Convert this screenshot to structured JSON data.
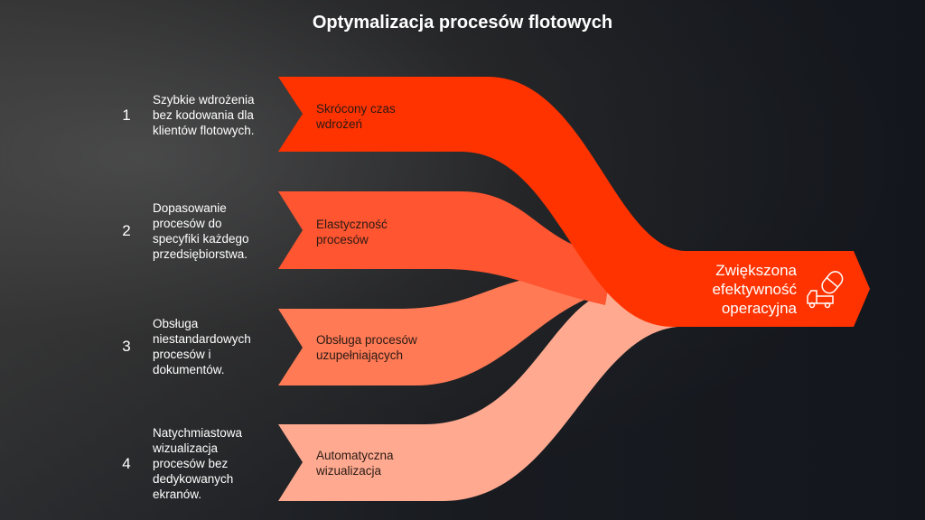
{
  "title": "Optymalizacja procesów flotowych",
  "steps": [
    {
      "number": "1",
      "description": "Szybkie wdrożenia bez kodowania dla klientów flotowych.",
      "label": "Skrócony czas wdrożeń",
      "color": "#FF3300"
    },
    {
      "number": "2",
      "description": "Dopasowanie procesów do specyfiki każdego przedsiębiorstwa.",
      "label": "Elastyczność procesów",
      "color": "#FF5530"
    },
    {
      "number": "3",
      "description": "Obsługa niestandardowych procesów i dokumentów.",
      "label": "Obsługa procesów uzupełniających",
      "color": "#FF7A55"
    },
    {
      "number": "4",
      "description": "Natychmiastowa wizualizacja procesów bez dedykowanych ekranów.",
      "label": "Automatyczna wizualizacja",
      "color": "#FFAA90"
    }
  ],
  "outcome": {
    "label": "Zwiększona efektywność operacyjna",
    "icon": "truck-pill-icon"
  }
}
